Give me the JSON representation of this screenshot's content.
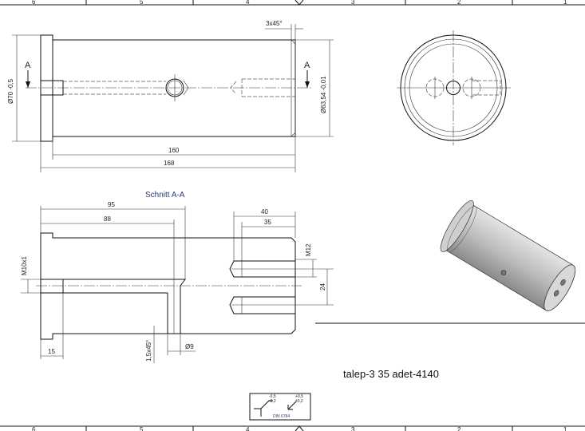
{
  "border": {
    "zones_top": [
      "6",
      "5",
      "4",
      "3",
      "2",
      "1"
    ],
    "zones_bottom": [
      "6",
      "5",
      "4",
      "3",
      "2",
      "1"
    ]
  },
  "front_view": {
    "section_marker_left": "A",
    "section_marker_right": "A",
    "dim_chamfer": "3x45°",
    "dim_dia_flange": "Ø70 -0,5",
    "dim_dia_body": "Ø63,54 -0,01",
    "dim_length_160": "160",
    "dim_length_168": "168"
  },
  "section_view": {
    "title": "Schnitt A-A",
    "dim_95": "95",
    "dim_88": "88",
    "dim_40": "40",
    "dim_35": "35",
    "dim_m12": "M12",
    "dim_24": "24",
    "dim_m10": "M10x1",
    "dim_15": "15",
    "dim_chamfer": "1,5x45°",
    "dim_dia9": "Ø9"
  },
  "edge_symbol": {
    "tol1": "-0,5",
    "tol2": "-0,2",
    "tol3": "+0,5",
    "tol4": "±0,2",
    "standard": "DIN 6784"
  },
  "note": "talep-3   35 adet-4140"
}
